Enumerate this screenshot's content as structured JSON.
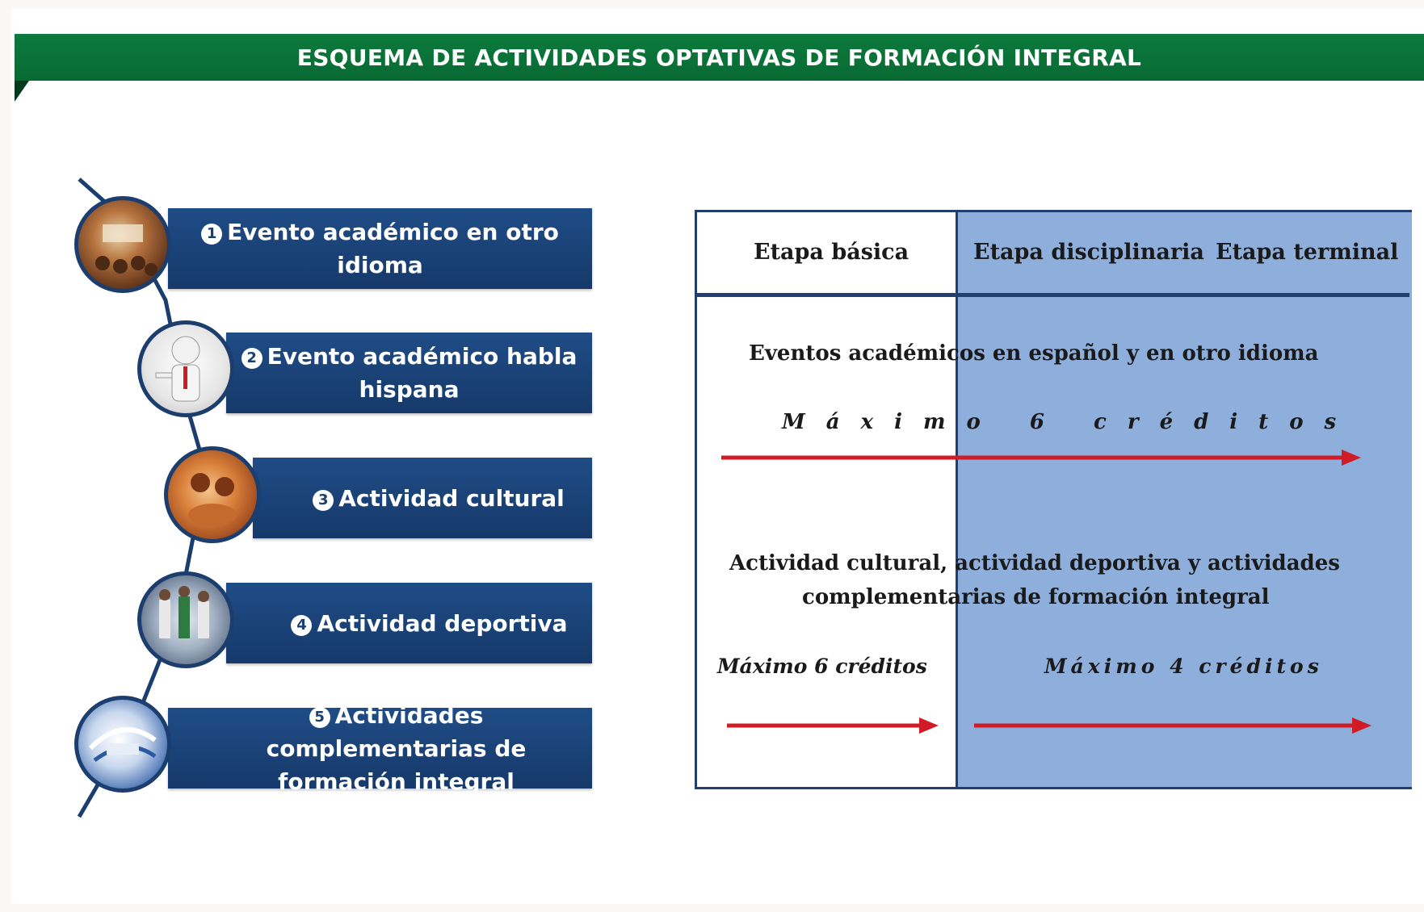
{
  "title": "ESQUEMA DE ACTIVIDADES OPTATIVAS DE FORMACIÓN INTEGRAL",
  "activities": [
    {
      "number": "1",
      "label": "Evento académico en otro idioma"
    },
    {
      "number": "2",
      "label": "Evento académico habla hispana"
    },
    {
      "number": "3",
      "label": "Actividad cultural"
    },
    {
      "number": "4",
      "label": "Actividad deportiva"
    },
    {
      "number": "5",
      "label": "Actividades complementarias de formación integral"
    }
  ],
  "table": {
    "headers": [
      "Etapa básica",
      "Etapa disciplinaria",
      "Etapa terminal"
    ],
    "row1": {
      "text": "Eventos académicos en español y en otro idioma",
      "limit": "Máximo 6 créditos"
    },
    "row2": {
      "text_line1": "Actividad cultural, actividad deportiva y actividades",
      "text_line2": "complementarias de formación integral",
      "limit_basic": "Máximo 6 créditos",
      "limit_other": "Máximo 4 créditos"
    }
  },
  "colors": {
    "banner": "#0b7539",
    "bar": "#1a4378",
    "table_shade": "#8eaedb",
    "arrow": "#d01c26"
  }
}
